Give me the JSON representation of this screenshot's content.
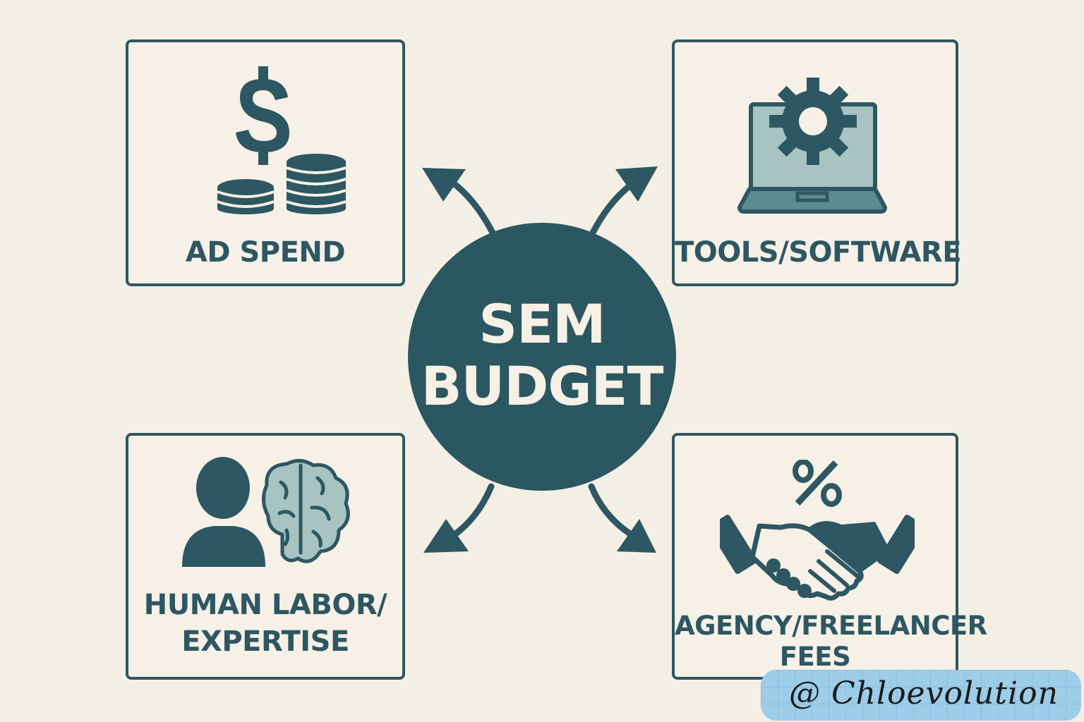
{
  "center": {
    "line1": "SEM",
    "line2": "BUDGET"
  },
  "cards": {
    "ad_spend": {
      "label": "AD SPEND",
      "icon": "dollar-coins-icon"
    },
    "tools_software": {
      "label": "TOOLS/SOFTWARE",
      "icon": "laptop-gear-icon"
    },
    "human_labor": {
      "line1": "HUMAN LABOR/",
      "line2": "EXPERTISE",
      "icon": "person-brain-icon"
    },
    "agency_fees": {
      "line1": "AGENCY/FREELANCER",
      "line2": "FEES",
      "icon": "handshake-percent-icon"
    }
  },
  "watermark": {
    "text": "@ Chloevolution"
  },
  "colors": {
    "primary": "#2b5761",
    "accent_light": "#a7c4c2",
    "accent_mid": "#5e8b90",
    "background": "#f4efe5",
    "watermark_bg": "#9ccde9"
  }
}
